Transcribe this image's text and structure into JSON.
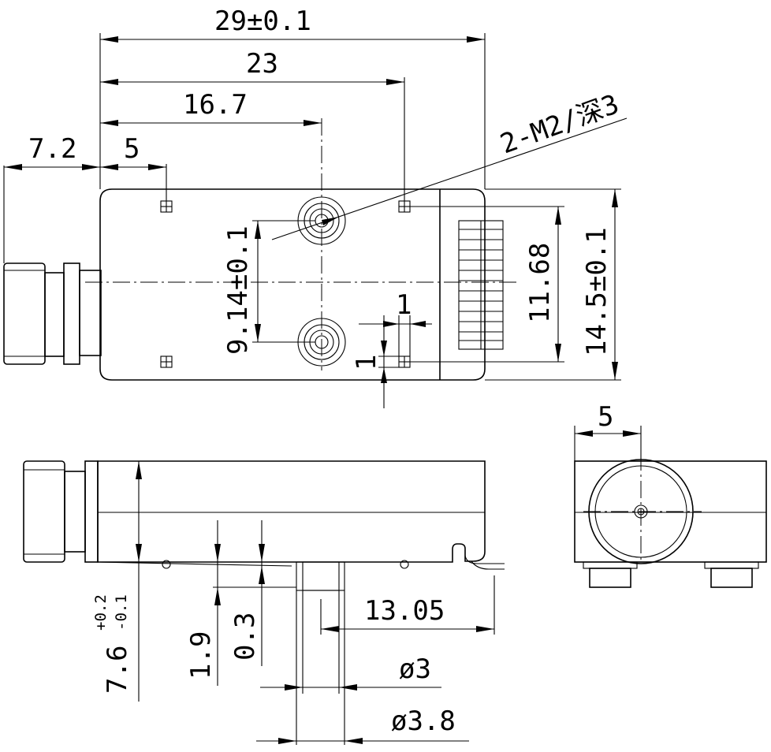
{
  "dimensions": {
    "total_length": "29±0.1",
    "hole_pitch_x": "23",
    "center_x": "16.7",
    "left_offset": "7.2",
    "hole_offset": "5",
    "thread_note": "2-M2/深3",
    "hole_spacing": "9.14±0.1",
    "pin_field": "11.68",
    "body_width": "14.5±0.1",
    "small_1a": "1",
    "small_1b": "1",
    "height": "7.6",
    "height_tol_plus": "+0.2",
    "height_tol_minus": "-0.1",
    "dim_1_9": "1.9",
    "dim_0_3": "0.3",
    "dim_13_05": "13.05",
    "dia_3": "ø3",
    "dia_3_8": "ø3.8",
    "end_view_5": "5"
  }
}
